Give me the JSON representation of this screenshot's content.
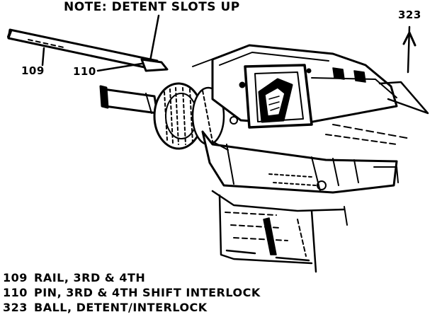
{
  "note": "NOTE: DETENT SLOTS UP",
  "callouts": {
    "c109": "109",
    "c110": "110",
    "c323": "323"
  },
  "legend": [
    {
      "number": "109",
      "description": "RAIL, 3RD & 4TH"
    },
    {
      "number": "110",
      "description": "PIN, 3RD & 4TH SHIFT INTERLOCK"
    },
    {
      "number": "323",
      "description": "BALL, DETENT/INTERLOCK"
    }
  ],
  "colors": {
    "ink": "#000000",
    "paper": "#ffffff"
  }
}
